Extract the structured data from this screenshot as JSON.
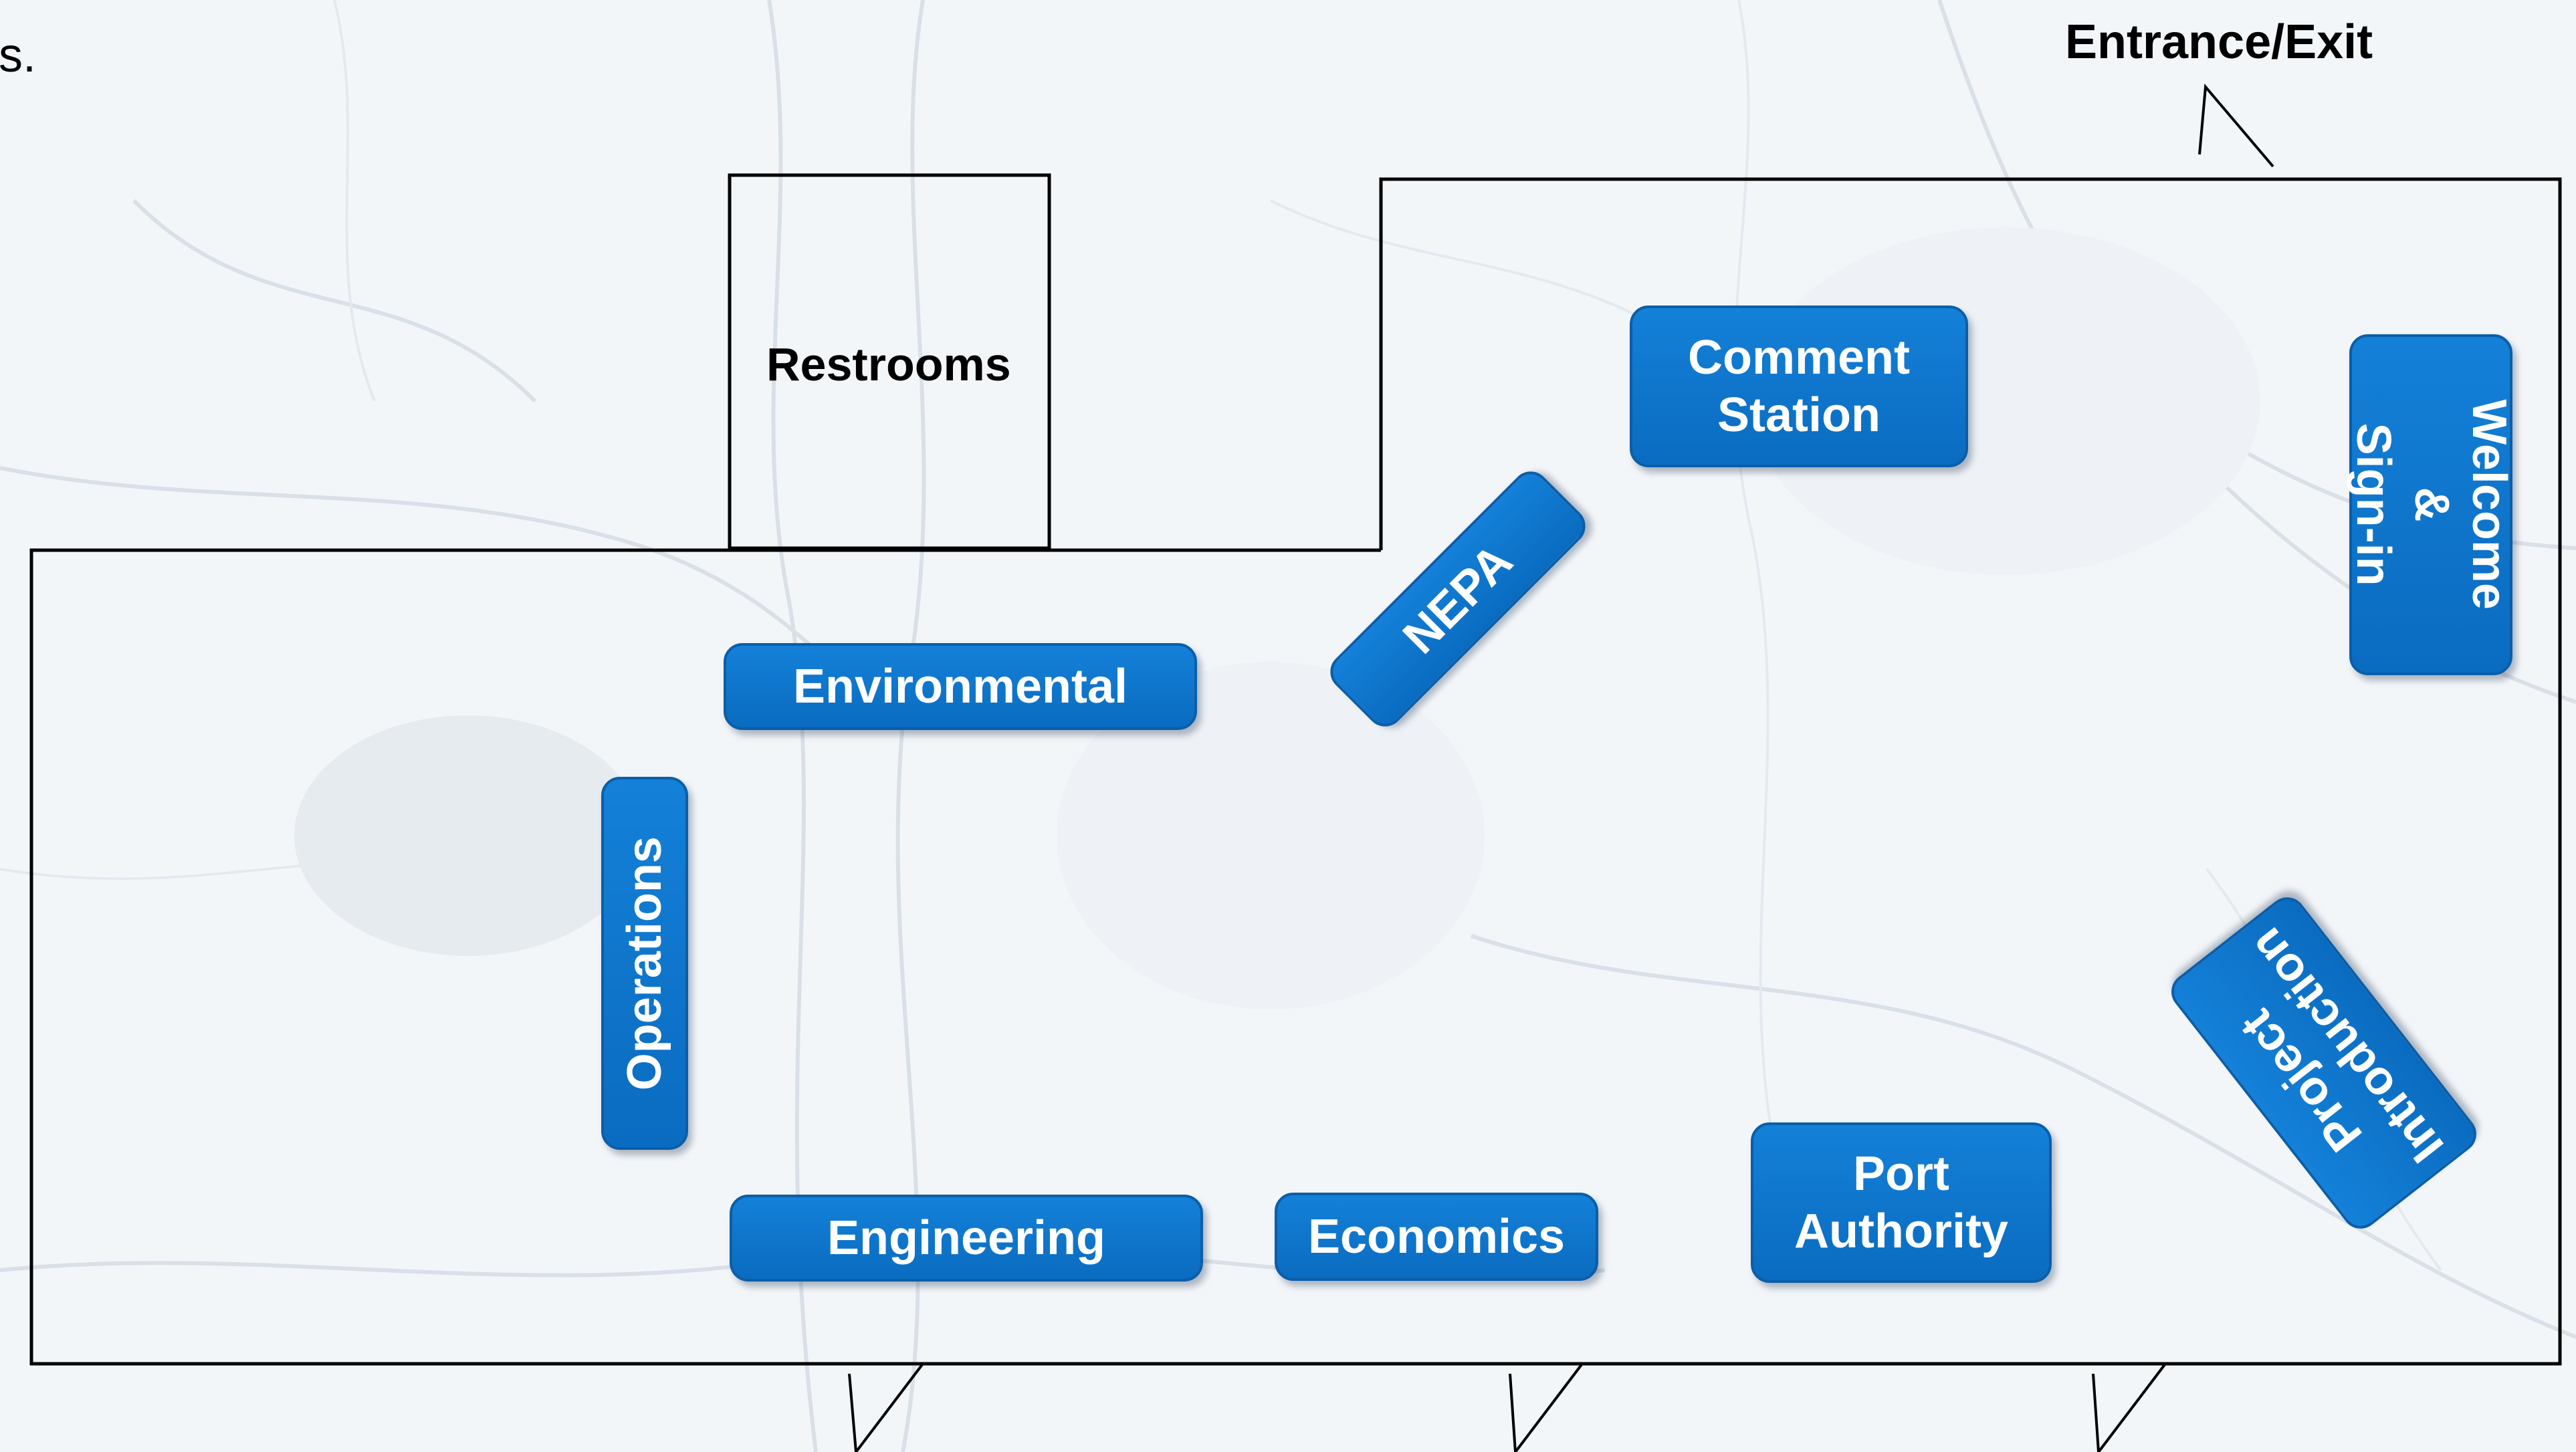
{
  "intro_fragment": "ts.",
  "entrance_label": "Entrance/Exit",
  "restrooms_label": "Restrooms",
  "stations": {
    "comment": "Comment\nStation",
    "welcome": "Welcome &\nSign-in",
    "nepa": "NEPA",
    "environmental": "Environmental",
    "operations": "Operations",
    "project_intro": "Project\nIntroduction",
    "port_authority": "Port\nAuthority",
    "engineering": "Engineering",
    "economics": "Economics"
  },
  "colors": {
    "station_fill": "#0a6cc0",
    "station_text": "#ffffff",
    "wall": "#000000"
  }
}
